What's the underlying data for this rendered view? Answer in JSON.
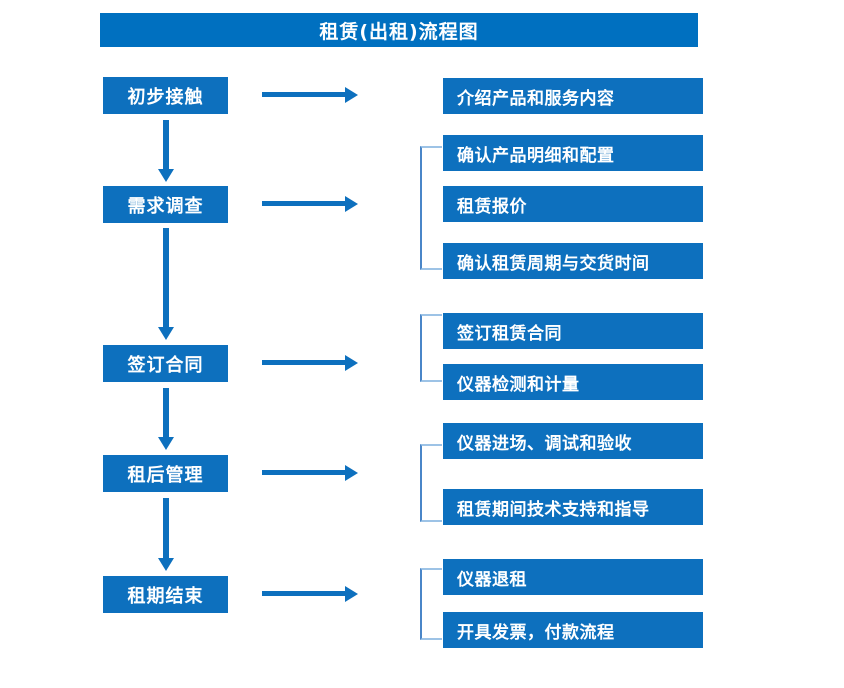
{
  "diagram": {
    "title": "租赁(出租)流程图",
    "theme": {
      "box_blue": "#0D70BE",
      "title_blue": "#0070C0",
      "bracket_blue": "#4A86C8",
      "bracket_light": "#9DC3E6",
      "text_color": "#FFFFFF",
      "background": "#FFFFFF"
    },
    "stages": [
      {
        "label": "初步接触"
      },
      {
        "label": "需求调查"
      },
      {
        "label": "签订合同"
      },
      {
        "label": "租后管理"
      },
      {
        "label": "租期结束"
      }
    ],
    "details": [
      {
        "label": "介绍产品和服务内容"
      },
      {
        "label": "确认产品明细和配置"
      },
      {
        "label": "租赁报价"
      },
      {
        "label": "确认租赁周期与交货时间"
      },
      {
        "label": "签订租赁合同"
      },
      {
        "label": "仪器检测和计量"
      },
      {
        "label": "仪器进场、调试和验收"
      },
      {
        "label": "租赁期间技术支持和指导"
      },
      {
        "label": "仪器退租"
      },
      {
        "label": "开具发票，付款流程"
      }
    ],
    "flow_arrows": {
      "horizontal_count": 5,
      "vertical_count": 4,
      "direction_horizontal": "right",
      "direction_vertical": "down"
    },
    "brackets": {
      "count": 4,
      "groups": [
        [
          "确认产品明细和配置",
          "租赁报价",
          "确认租赁周期与交货时间"
        ],
        [
          "签订租赁合同",
          "仪器检测和计量"
        ],
        [
          "仪器进场、调试和验收",
          "租赁期间技术支持和指导"
        ],
        [
          "仪器退租",
          "开具发票，付款流程"
        ]
      ]
    }
  }
}
